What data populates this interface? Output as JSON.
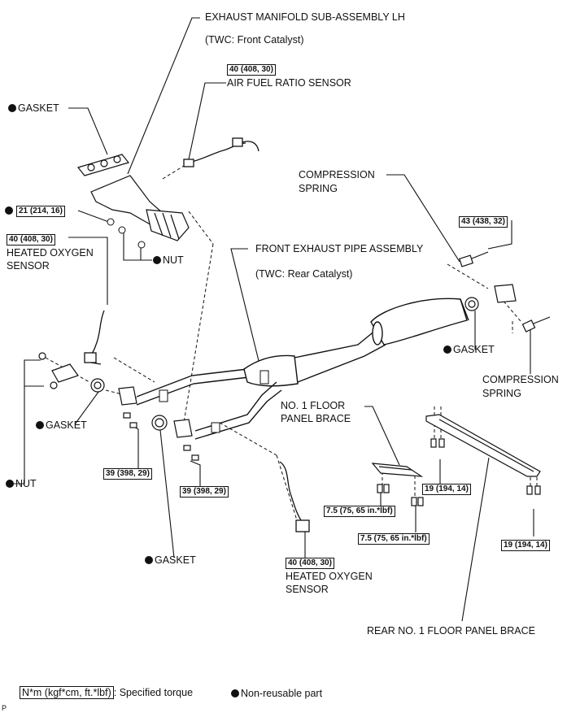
{
  "labels": {
    "manifold": "EXHAUST MANIFOLD SUB-ASSEMBLY LH",
    "manifold_sub": "(TWC: Front Catalyst)",
    "af_sensor": "AIR FUEL RATIO SENSOR",
    "gasket": "GASKET",
    "nut": "NUT",
    "ho2_line1": "HEATED OXYGEN",
    "ho2_line2": "SENSOR",
    "compression_line1": "COMPRESSION",
    "compression_line2": "SPRING",
    "front_pipe": "FRONT EXHAUST PIPE ASSEMBLY",
    "front_pipe_sub": "(TWC: Rear Catalyst)",
    "floor_brace_line1": "NO. 1 FLOOR",
    "floor_brace_line2": "PANEL BRACE",
    "rear_brace": "REAR NO. 1 FLOOR PANEL BRACE"
  },
  "torques": {
    "t40": "40 (408, 30)",
    "t21": "21 (214, 16)",
    "t43": "43 (438, 32)",
    "t39": "39 (398, 29)",
    "t75": "7.5 (75, 65 in.*lbf)",
    "t19": "19 (194, 14)"
  },
  "legend": {
    "torque_units": "N*m (kgf*cm, ft.*lbf)",
    "torque_text": ": Specified torque",
    "nonreusable": "Non-reusable part"
  },
  "corner_mark": "P"
}
